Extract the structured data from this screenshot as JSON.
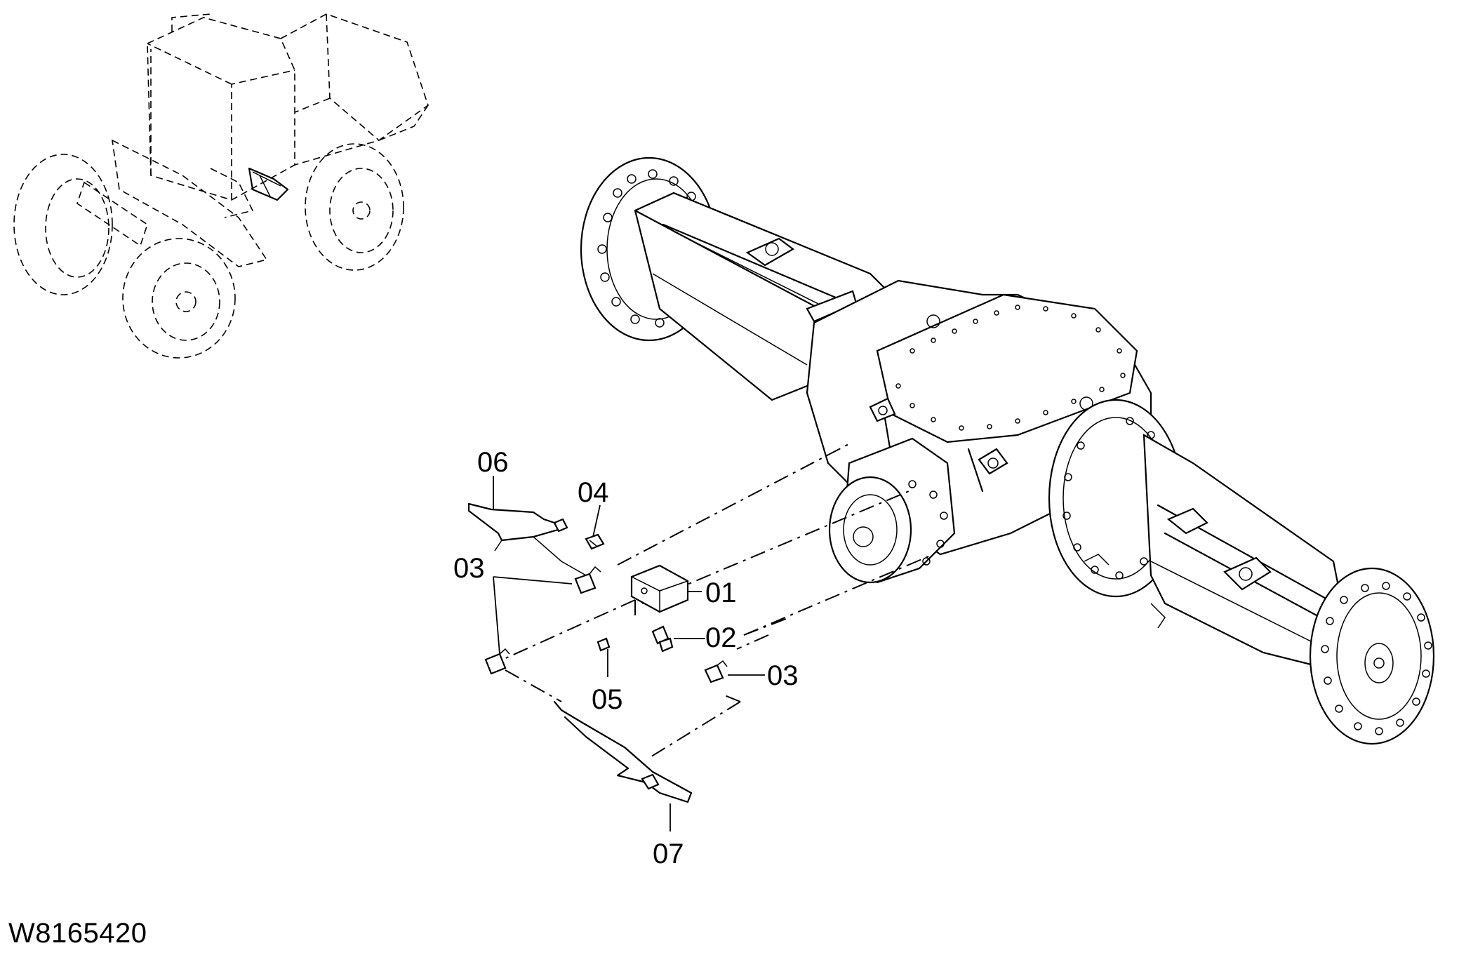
{
  "drawing_number": "W8165420",
  "callouts": {
    "c01": "01",
    "c02": "02",
    "c03a": "03",
    "c03b": "03",
    "c04": "04",
    "c05": "05",
    "c06": "06",
    "c07": "07"
  }
}
